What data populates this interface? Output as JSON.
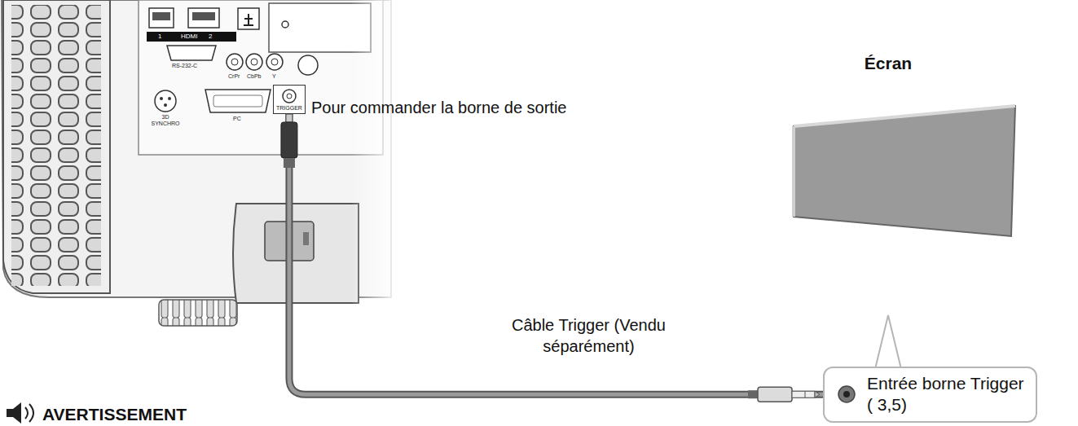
{
  "diagram": {
    "nodes": [
      {
        "text": [
          "TRIGGER"
        ]
      },
      {
        "text": [
          "Écran"
        ]
      },
      {
        "text": [
          "Entrée borne Trigger",
          "( 3,5)"
        ]
      }
    ],
    "edges": [
      {
        "from": 0,
        "to": 2,
        "arrow": "none",
        "label": "Câble Trigger (Vendu séparément)"
      }
    ],
    "labels": [
      "1",
      "HDMI",
      "2",
      "RS-232-C",
      "CrPr",
      "CbPb",
      "Y",
      "3D SYNCHRO",
      "PC",
      "Pour commander la borne de sortie",
      "AVERTISSEMENT"
    ]
  }
}
